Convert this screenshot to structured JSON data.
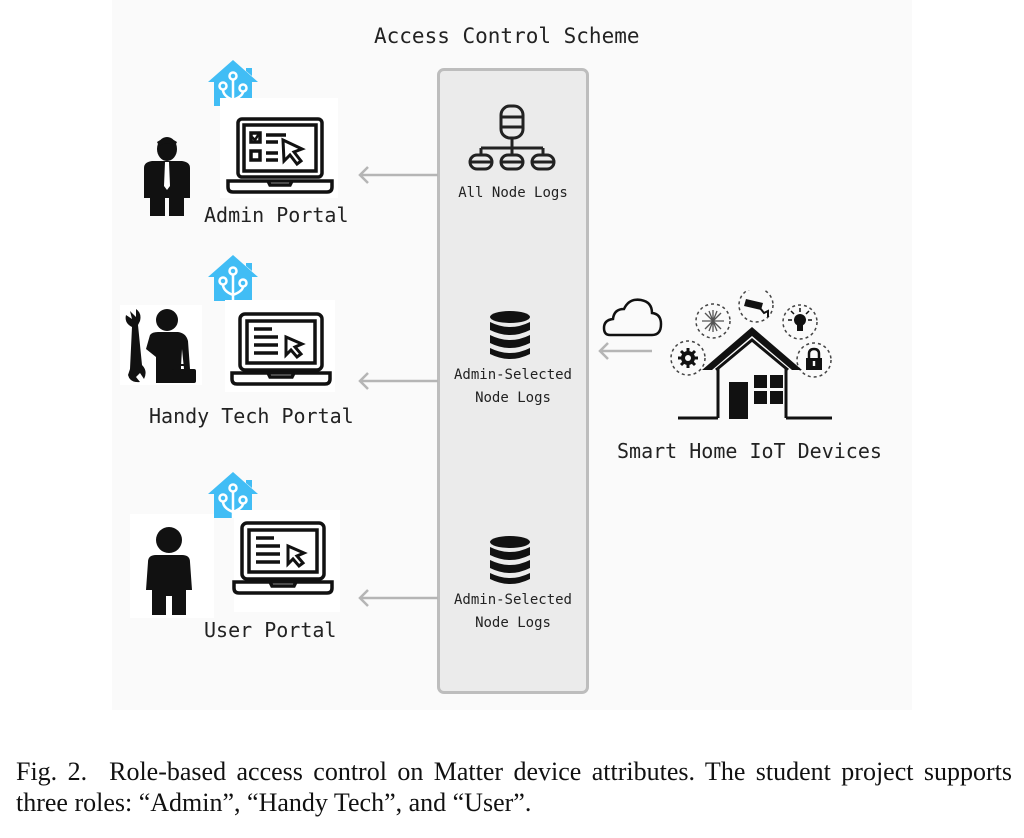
{
  "figure": {
    "title": "Access Control Scheme",
    "central_box": {
      "items": [
        {
          "icon": "database-hierarchy-icon",
          "label_lines": [
            "All Node Logs"
          ]
        },
        {
          "icon": "database-icon",
          "label_lines": [
            "Admin-Selected",
            "Node Logs"
          ]
        },
        {
          "icon": "database-icon",
          "label_lines": [
            "Admin-Selected",
            "Node Logs"
          ]
        }
      ]
    },
    "portals": [
      {
        "role": "Admin",
        "label": "Admin Portal",
        "person_icon": "businessman-icon",
        "laptop_icon": "laptop-checklist-icon",
        "badge_icon": "home-assistant-icon"
      },
      {
        "role": "Handy Tech",
        "label": "Handy Tech Portal",
        "person_icon": "technician-wrench-icon",
        "laptop_icon": "laptop-document-icon",
        "badge_icon": "home-assistant-icon"
      },
      {
        "role": "User",
        "label": "User Portal",
        "person_icon": "user-person-icon",
        "laptop_icon": "laptop-document-icon",
        "badge_icon": "home-assistant-icon"
      }
    ],
    "devices": {
      "label": "Smart Home IoT Devices",
      "icons": [
        "cloud-icon",
        "gear-icon",
        "snowflake-icon",
        "security-camera-icon",
        "light-bulb-icon",
        "lock-icon",
        "house-icon"
      ]
    },
    "colors": {
      "home_assistant_blue": "#41bdf5",
      "box_fill": "#ebebeb",
      "box_border": "#bdbdbd",
      "arrow": "#b5b5b5",
      "panel_bg": "#fafafa"
    }
  },
  "caption": {
    "label": "Fig. 2.",
    "text": "Role-based access control on Matter device attributes. The student project supports three roles: “Admin”, “Handy Tech”, and “User”."
  }
}
